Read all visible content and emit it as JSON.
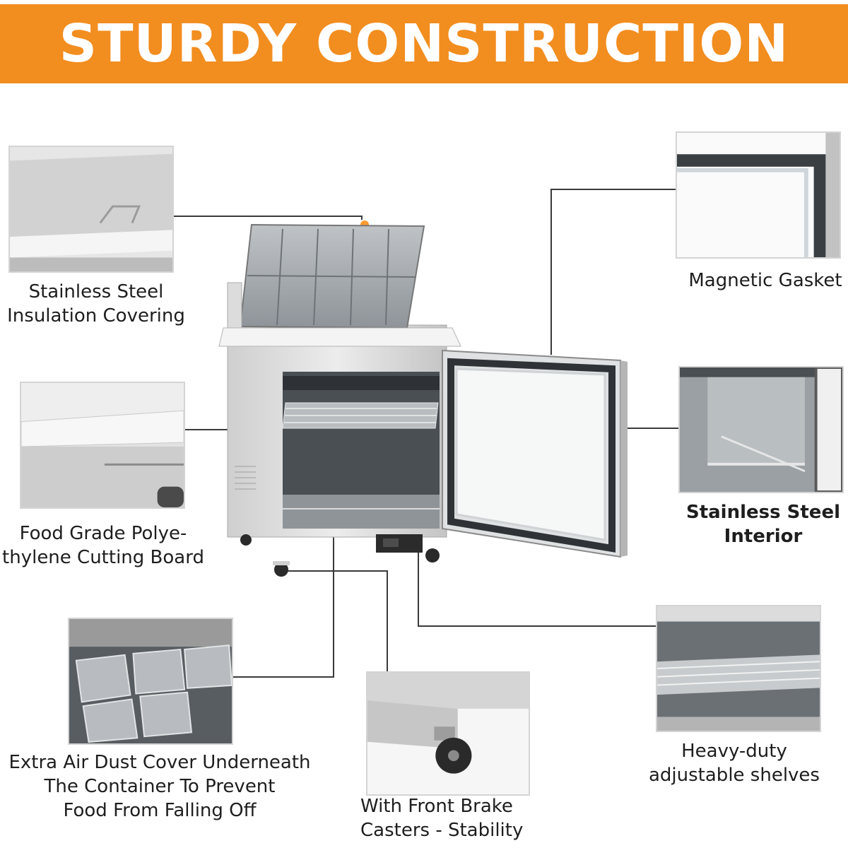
{
  "header": {
    "title": "STURDY CONSTRUCTION"
  },
  "colors": {
    "banner": "#f28d1f",
    "leader_line": "#3a3a3a",
    "callout_dot": "#ff9a2e",
    "steel_light": "#dcdcdc",
    "steel_dark": "#9a9a9a"
  },
  "features": [
    {
      "id": "insulation-covering",
      "lines": [
        "Stainless Steel",
        "Insulation Covering"
      ],
      "icon": "lid-detail"
    },
    {
      "id": "cutting-board",
      "lines": [
        "Food Grade Polye-",
        "thylene Cutting Board"
      ],
      "icon": "cutting-board-detail"
    },
    {
      "id": "dust-cover",
      "lines": [
        "Extra Air Dust Cover Underneath",
        "The Container To Prevent",
        "Food From Falling Off"
      ],
      "icon": "pan-container-detail"
    },
    {
      "id": "brake-casters",
      "lines": [
        "With Front Brake",
        "Casters - Stability"
      ],
      "icon": "caster-wheel-detail"
    },
    {
      "id": "magnetic-gasket",
      "lines": [
        "Magnetic Gasket"
      ],
      "icon": "door-gasket-detail"
    },
    {
      "id": "steel-interior",
      "lines": [
        "Stainless Steel",
        "Interior"
      ],
      "icon": "interior-detail"
    },
    {
      "id": "adjustable-shelves",
      "lines": [
        "Heavy-duty",
        "adjustable shelves"
      ],
      "icon": "wire-shelf-detail"
    }
  ]
}
